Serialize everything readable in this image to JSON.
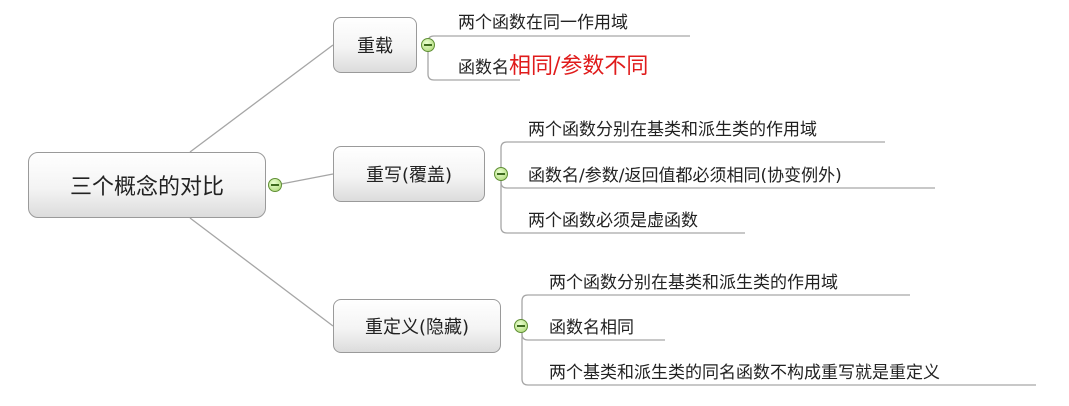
{
  "root": {
    "label": "三个概念的对比"
  },
  "branches": [
    {
      "label": "重载",
      "items": [
        {
          "text": "两个函数在同一作用域"
        },
        {
          "text": "函数名",
          "highlight": "相同/参数不同"
        }
      ]
    },
    {
      "label": "重写(覆盖)",
      "items": [
        {
          "text": "两个函数分别在基类和派生类的作用域"
        },
        {
          "text": "函数名/参数/返回值都必须相同(协变例外)"
        },
        {
          "text": "两个函数必须是虚函数"
        }
      ]
    },
    {
      "label": "重定义(隐藏)",
      "items": [
        {
          "text": "两个函数分别在基类和派生类的作用域"
        },
        {
          "text": "函数名相同"
        },
        {
          "text": "两个基类和派生类的同名函数不构成重写就是重定义"
        }
      ]
    }
  ],
  "colors": {
    "connector": "#a6a6a6",
    "node_border": "#9a9a9a",
    "highlight_text": "#e01b1b",
    "toggle": "#a8d56f"
  },
  "icons": {
    "collapse_toggle": "collapse-minus-icon"
  }
}
